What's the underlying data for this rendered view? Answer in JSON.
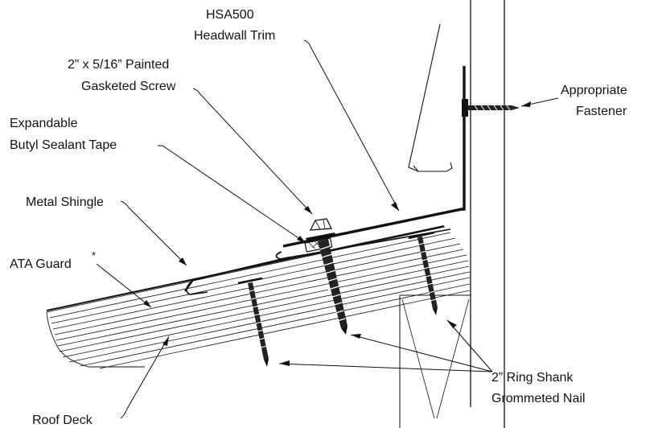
{
  "labels": {
    "headwall_trim": [
      "HSA500",
      "Headwall Trim"
    ],
    "screw": [
      "2” x 5/16” Painted",
      "Gasketed Screw"
    ],
    "sealant_tape": [
      "Expandable",
      "Butyl Sealant Tape"
    ],
    "metal_shingle": "Metal Shingle",
    "ata_guard": "ATA Guard",
    "ata_guard_mark": "*",
    "fastener": [
      "Appropriate",
      "Fastener"
    ],
    "roof_deck": "Roof Deck",
    "ring_shank_nail": [
      "2” Ring Shank",
      "Grommeted Nail"
    ]
  },
  "colors": {
    "ink": "#111111",
    "background": "#ffffff"
  }
}
